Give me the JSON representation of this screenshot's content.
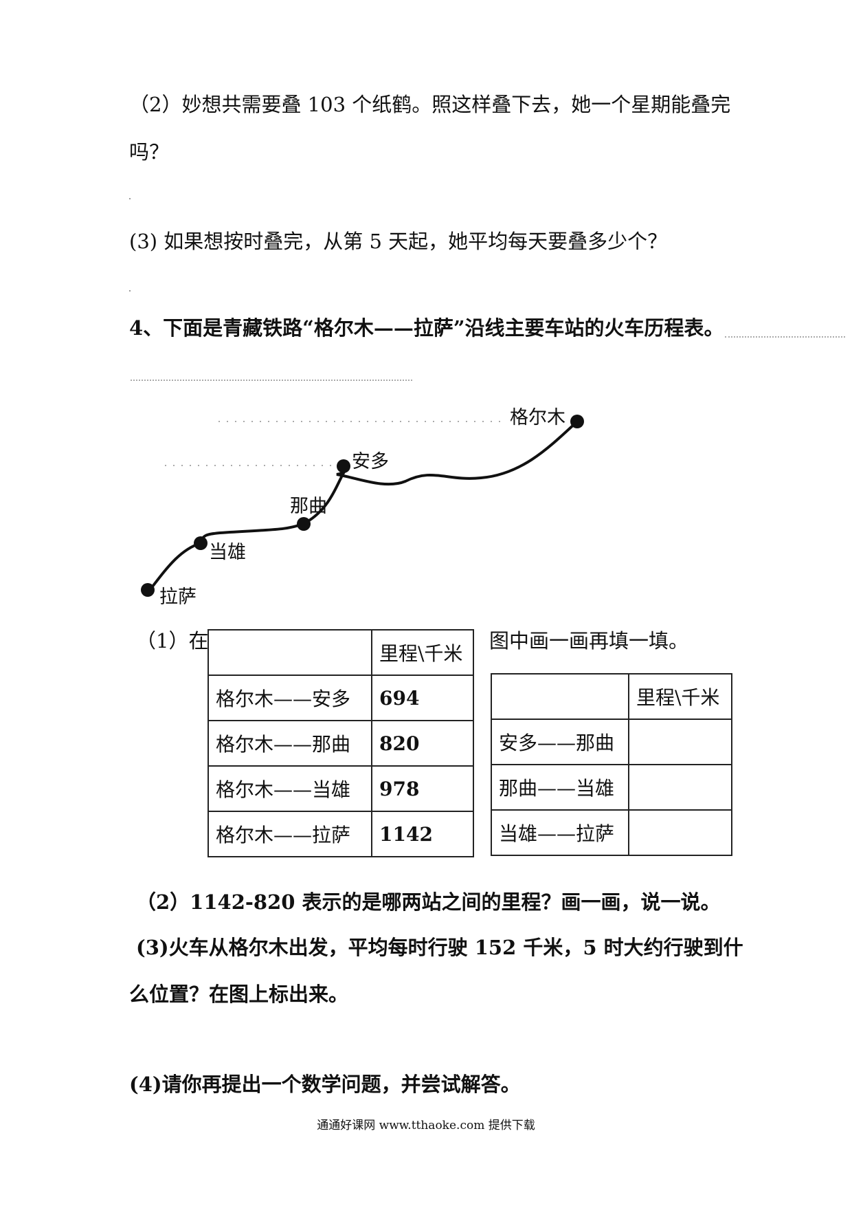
{
  "q2": {
    "line1": "（2）妙想共需要叠 103 个纸鹤。照这样叠下去，她一个星期能叠完",
    "line2": "吗？"
  },
  "q3": {
    "line1": "(3) 如果想按时叠完，从第 5 天起，她平均每天要叠多少个？"
  },
  "q4": {
    "title": "4、下面是青藏铁路“格尔木——拉萨”沿线主要车站的火车历程表。",
    "map": {
      "stations": [
        "格尔木",
        "安多",
        "那曲",
        "当雄",
        "拉萨"
      ]
    },
    "sub1": {
      "prefix": "（1）在",
      "suffix": "图中画一画再填一填。"
    },
    "table_given": {
      "header": [
        "",
        "里程\\千米"
      ],
      "rows": [
        [
          "格尔木——安多",
          "694"
        ],
        [
          "格尔木——那曲",
          "820"
        ],
        [
          "格尔木——当雄",
          "978"
        ],
        [
          "格尔木——拉萨",
          "1142"
        ]
      ]
    },
    "table_fill": {
      "header": [
        "",
        "里程\\千米"
      ],
      "rows": [
        [
          "安多——那曲",
          ""
        ],
        [
          "那曲——当雄",
          ""
        ],
        [
          "当雄——拉萨",
          ""
        ]
      ]
    },
    "sub2": "（2）1142-820 表示的是哪两站之间的里程？画一画，说一说。",
    "sub3": {
      "line1": "(3)火车从格尔木出发，平均每时行驶 152 千米，5 时大约行驶到什",
      "line2": "么位置？在图上标出来。"
    },
    "sub4": "(4)请你再提出一个数学问题，并尝试解答。"
  },
  "footer": "通通好课网  www.tthaoke.com  提供下载"
}
